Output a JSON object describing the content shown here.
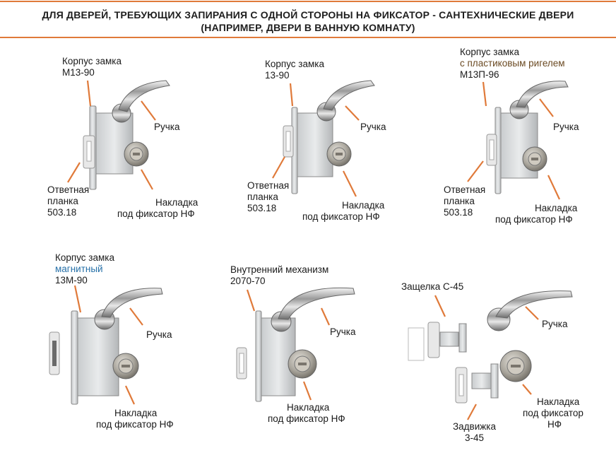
{
  "header": {
    "title_line1": "ДЛЯ ДВЕРЕЙ, ТРЕБУЮЩИХ ЗАПИРАНИЯ С ОДНОЙ СТОРОНЫ НА ФИКСАТОР - САНТЕХНИЧЕСКИЕ ДВЕРИ",
    "title_line2": "(НАПРИМЕР, ДВЕРИ В ВАННУЮ КОМНАТУ)"
  },
  "colors": {
    "accent": "#e07a3a",
    "brown_text": "#6b4a22",
    "blue_text": "#2670a8"
  },
  "sets": [
    {
      "body_title": "Корпус замка",
      "body_model": "М13-90",
      "handle": "Ручка",
      "strike_1": "Ответная",
      "strike_2": "планка",
      "strike_3": "503.18",
      "cover_1": "Накладка",
      "cover_2": "под фиксатор НФ"
    },
    {
      "body_title": "Корпус замка",
      "body_model": "13-90",
      "handle": "Ручка",
      "strike_1": "Ответная",
      "strike_2": "планка",
      "strike_3": "503.18",
      "cover_1": "Накладка",
      "cover_2": "под фиксатор НФ"
    },
    {
      "body_title": "Корпус замка",
      "body_note": "с пластиковым ригелем",
      "body_model": "М13П-96",
      "handle": "Ручка",
      "strike_1": "Ответная",
      "strike_2": "планка",
      "strike_3": "503.18",
      "cover_1": "Накладка",
      "cover_2": "под фиксатор НФ"
    },
    {
      "body_title": "Корпус замка",
      "body_note": "магнитный",
      "body_model": "13М-90",
      "handle": "Ручка",
      "cover_1": "Накладка",
      "cover_2": "под фиксатор НФ"
    },
    {
      "body_title": "Внутренний механизм",
      "body_model": "2070-70",
      "handle": "Ручка",
      "cover_1": "Накладка",
      "cover_2": "под фиксатор НФ"
    },
    {
      "latch": "Защелка С-45",
      "handle": "Ручка",
      "bolt_1": "Задвижка",
      "bolt_2": "3-45",
      "cover_1": "Накладка",
      "cover_2": "под фиксатор",
      "cover_3": "НФ"
    }
  ]
}
